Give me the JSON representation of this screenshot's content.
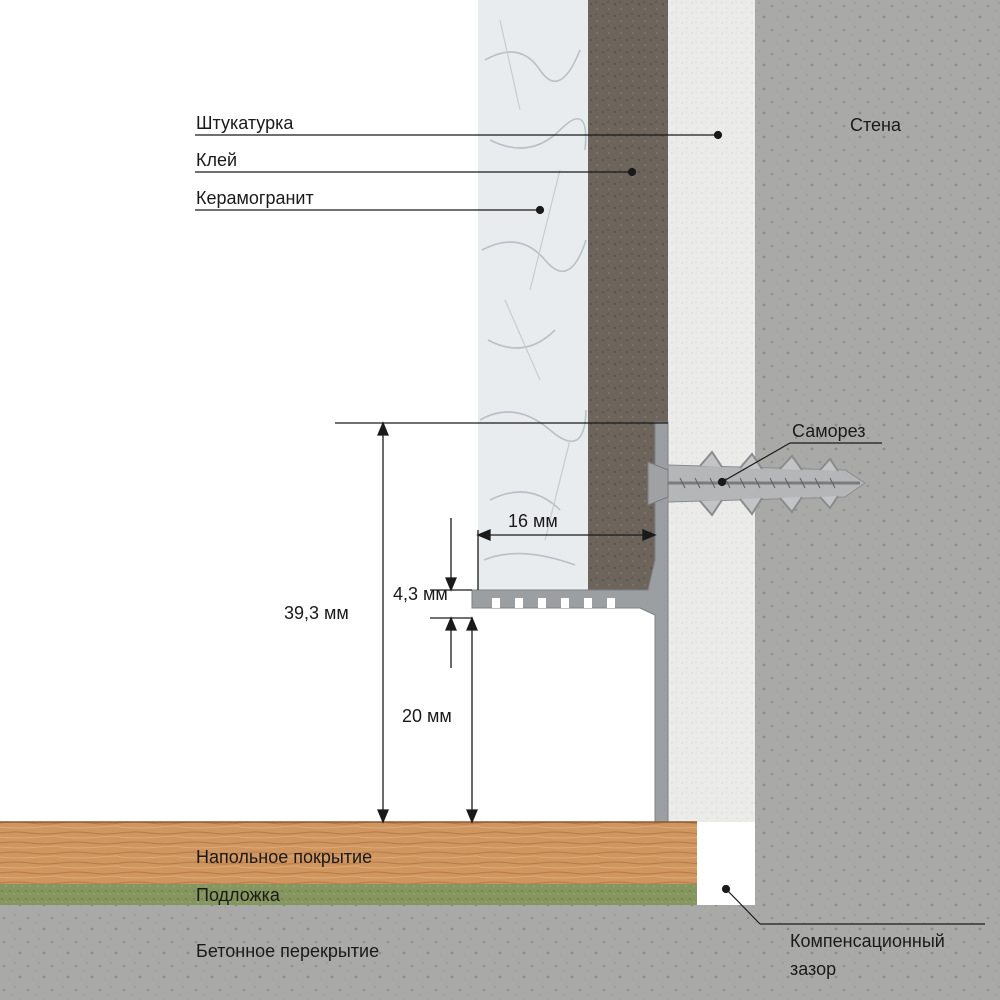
{
  "labels": {
    "plaster": "Штукатурка",
    "adhesive": "Клей",
    "porcelain": "Керамогранит",
    "wall": "Стена",
    "screw": "Саморез",
    "floor_covering": "Напольное покрытие",
    "underlay": "Подложка",
    "concrete_slab": "Бетонное перекрытие",
    "expansion_gap_line1": "Компенсационный",
    "expansion_gap_line2": "зазор"
  },
  "dimensions": {
    "total_height": "39,3 мм",
    "tile_width": "16 мм",
    "lip_height": "4,3 мм",
    "base_height": "20 мм"
  },
  "colors": {
    "concrete": "#a9aaa8",
    "plaster": "#ebebea",
    "adhesive": "#6e665d",
    "porcelain": "#e9ecee",
    "profile": "#9c9fa2",
    "wood": "#d49a63",
    "underlay": "#8a9a6a",
    "line": "#1a1a1a"
  }
}
